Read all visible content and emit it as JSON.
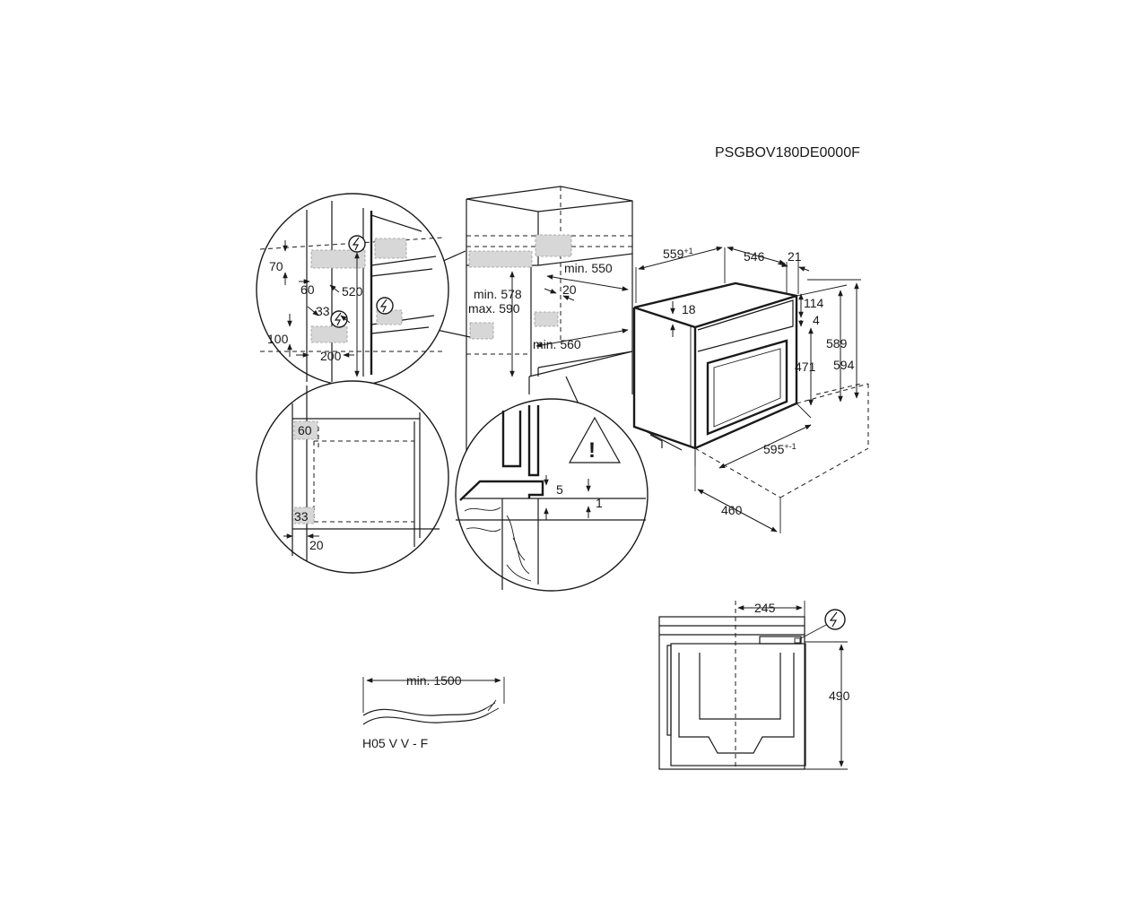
{
  "header": {
    "model_code": "PSGBOV180DE0000F"
  },
  "detail_circle_top": {
    "dims": {
      "d70": "70",
      "d60": "60",
      "d520": "520",
      "d33": "33",
      "d100": "100",
      "d200": "200"
    }
  },
  "detail_circle_bottom": {
    "dims": {
      "d60": "60",
      "d33": "33",
      "d20": "20"
    }
  },
  "niche": {
    "min_550": "min. 550",
    "d20": "20",
    "min_578": "min. 578",
    "max_590": "max. 590",
    "min_560": "min. 560"
  },
  "detail_circle_floor": {
    "dims": {
      "d5": "5",
      "d1": "1"
    },
    "warning_symbol": "!"
  },
  "oven": {
    "d559": "559",
    "d559_tol": "+1",
    "d546": "546",
    "d21": "21",
    "d114": "114",
    "d4": "4",
    "d18": "18",
    "d589": "589",
    "d594": "594",
    "d471": "471",
    "d595": "595",
    "d595_tol": "+-1",
    "d460": "460"
  },
  "rear_view": {
    "d245": "245",
    "d490": "490"
  },
  "cable": {
    "min_1500": "min. 1500",
    "type": "H05 V V - F"
  },
  "icons": [
    "electric-connection-icon",
    "warning-triangle-icon"
  ]
}
